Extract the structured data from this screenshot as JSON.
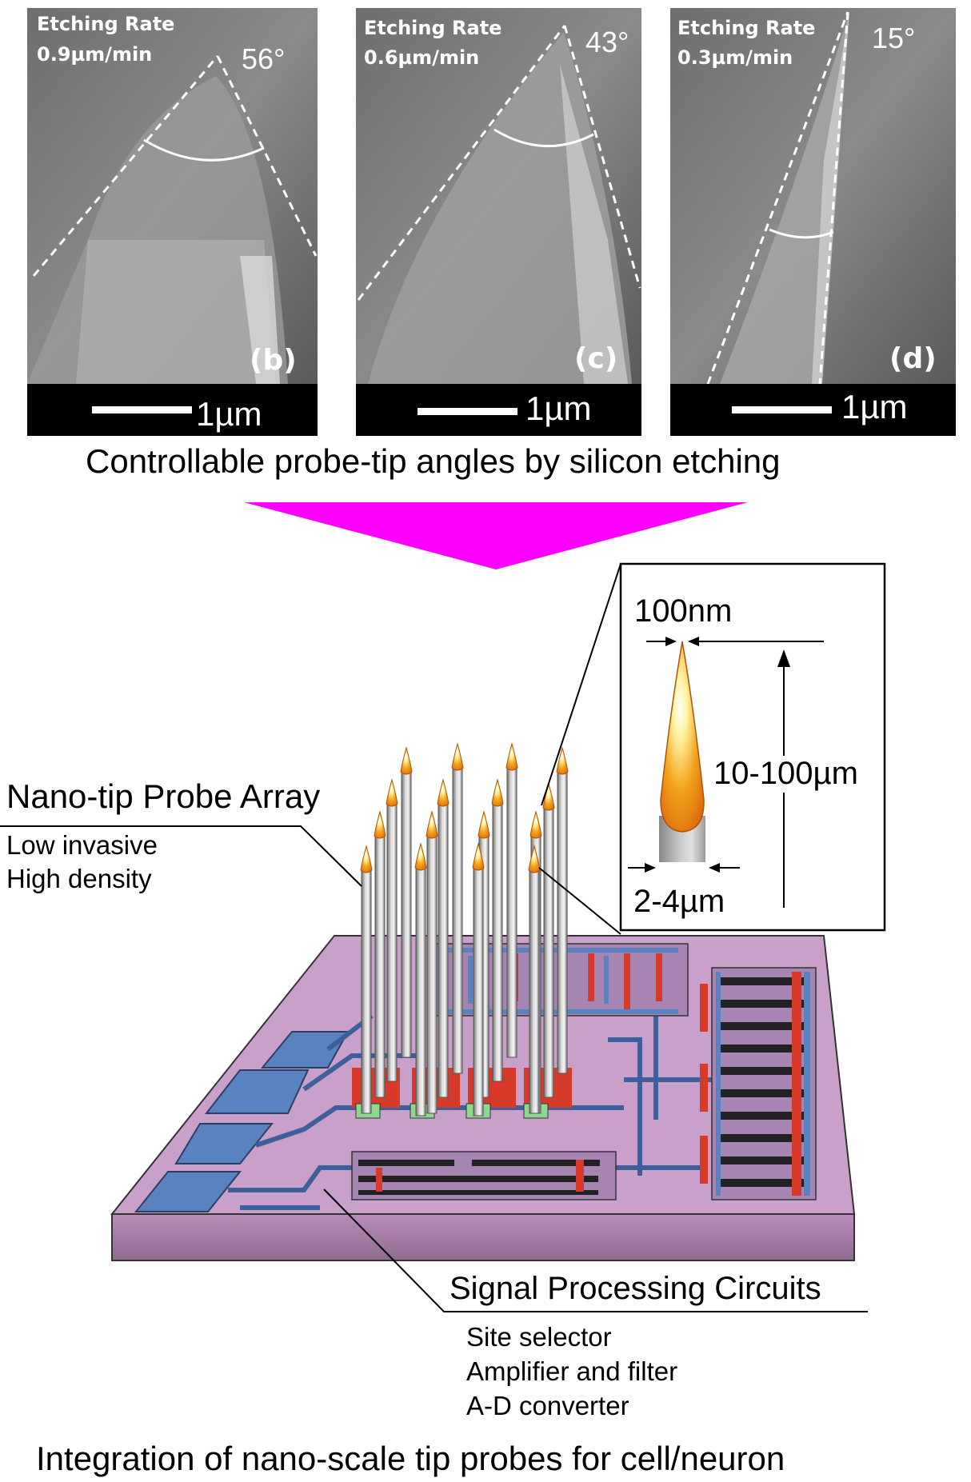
{
  "panels": [
    {
      "rate_label": "Etching Rate",
      "rate_value": "0.9µm/min",
      "angle": "56°",
      "tag": "(b)",
      "scale": "1µm"
    },
    {
      "rate_label": "Etching Rate",
      "rate_value": "0.6µm/min",
      "angle": "43°",
      "tag": "(c)",
      "scale": "1µm"
    },
    {
      "rate_label": "Etching Rate",
      "rate_value": "0.3µm/min",
      "angle": "15°",
      "tag": "(d)",
      "scale": "1µm"
    }
  ],
  "caption_top": "Controllable probe-tip angles by silicon etching",
  "inset": {
    "tip_width": "100nm",
    "length": "10-100µm",
    "base_width": "2-4µm"
  },
  "probe_array": {
    "title": "Nano-tip Probe Array",
    "features": [
      "Low invasive",
      "High density"
    ]
  },
  "circuits": {
    "title": "Signal Processing Circuits",
    "features": [
      "Site selector",
      "Amplifier and filter",
      "A-D converter"
    ]
  },
  "caption_bottom": "Integration of nano-scale tip probes for cell/neuron",
  "colors": {
    "arrow": "#ff00ff",
    "chip_top": "#c9a0c9",
    "trace_blue": "#5b82c0",
    "trace_red": "#d83a2a",
    "pad_green": "#8fd68f"
  }
}
